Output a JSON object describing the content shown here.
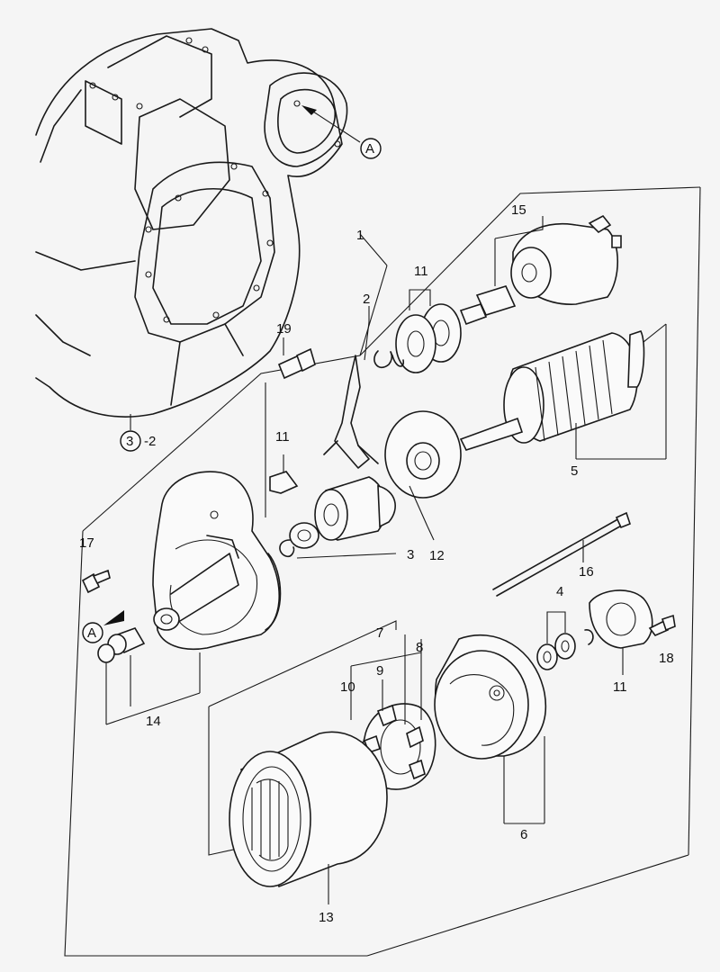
{
  "labels": {
    "ref_a": "A",
    "circled_3": "3",
    "suffix_2": "-2",
    "p1": "1",
    "p2": "2",
    "p3": "3",
    "p4": "4",
    "p5": "5",
    "p6": "6",
    "p7": "7",
    "p8": "8",
    "p9": "9",
    "p10": "10",
    "p11": "11",
    "p12": "12",
    "p13": "13",
    "p14": "14",
    "p15": "15",
    "p16": "16",
    "p17": "17",
    "p18": "18",
    "p19": "19"
  }
}
